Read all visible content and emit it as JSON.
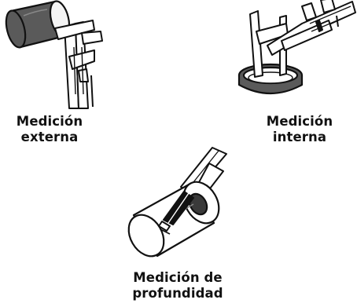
{
  "captions": {
    "external": {
      "line1": "Medición",
      "line2": "externa"
    },
    "internal": {
      "line1": "Medición",
      "line2": "interna"
    },
    "depth": {
      "line1": "Medición de",
      "line2": "profundidad"
    }
  },
  "colors": {
    "ink": "#111111",
    "dark_fill": "#5a5a5a",
    "light_fill": "#ffffff"
  }
}
